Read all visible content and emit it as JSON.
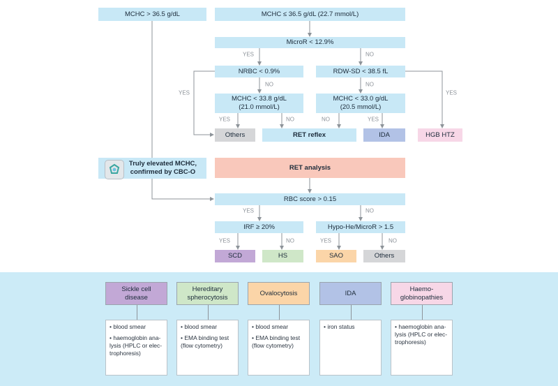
{
  "nodes": {
    "mchc_high": "MCHC > 36.5 g/dL",
    "mchc_low": "MCHC ≤ 36.5 g/dL (22.7 mmol/L)",
    "micror": "MicroR < 12.9%",
    "nrbc": "NRBC < 0.9%",
    "rdwsd": "RDW-SD < 38.5 fL",
    "mchc_338": "MCHC < 33.8 g/dL\n(21.0 mmol/L)",
    "mchc_330": "MCHC < 33.0 g/dL\n(20.5 mmol/L)",
    "others1": "Others",
    "ret_reflex": "RET reflex",
    "ida": "IDA",
    "hgb_htz": "HGB HTZ",
    "truly_elevated": "Truly elevated MCHC,\nconfirmed by CBC-O",
    "ret_analysis": "RET analysis",
    "rbc_score": "RBC score > 0.15",
    "irf": "IRF ≥ 20%",
    "hypo_he": "Hypo-He/MicroR > 1.5",
    "scd": "SCD",
    "hs": "HS",
    "sao": "SAO",
    "others2": "Others"
  },
  "labels": {
    "yes": "YES",
    "no": "NO"
  },
  "categories": [
    {
      "title": "Sickle cell\ndisease",
      "color": "#c2a8d6",
      "items": [
        "• blood smear",
        "• haemoglobin ana-\nlysis (HPLC or elec-\ntrophoresis)"
      ]
    },
    {
      "title": "Hereditary\nspherocytosis",
      "color": "#cfe7c8",
      "items": [
        "• blood smear",
        "• EMA binding test\n(flow cytometry)"
      ]
    },
    {
      "title": "Ovalocytosis",
      "color": "#fbd5a8",
      "items": [
        "• blood smear",
        "• EMA binding test\n(flow cytometry)"
      ]
    },
    {
      "title": "IDA",
      "color": "#b2c2e6",
      "items": [
        "• iron status"
      ]
    },
    {
      "title": "Haemo-\nglobinopathies",
      "color": "#f7d7e7",
      "items": [
        "• haemoglobin ana-\nlysis (HPLC or elec-\ntrophoresis)"
      ]
    }
  ],
  "colors": {
    "box": "#c8e8f6",
    "panel": "#ccebf7",
    "line": "#8d9399",
    "salmon": "#f9c8bb"
  }
}
